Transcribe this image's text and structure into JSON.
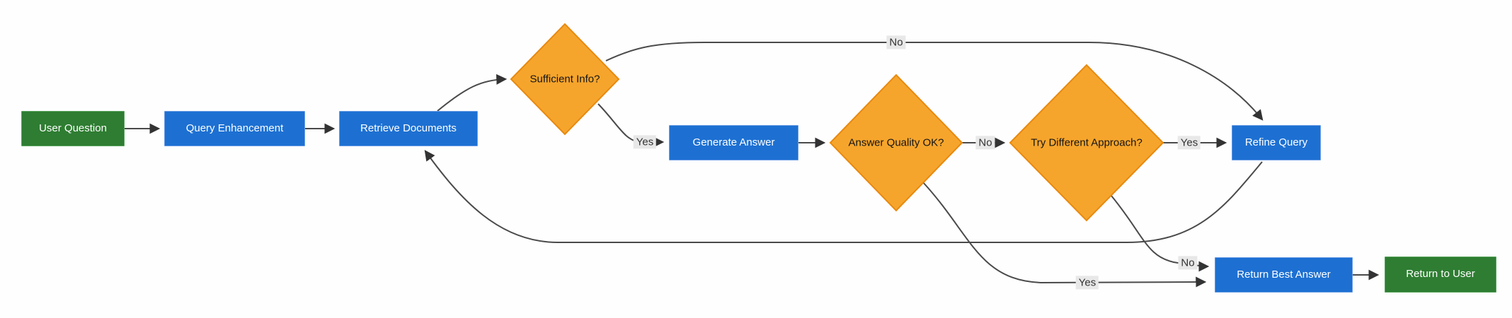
{
  "diagram": {
    "type": "flowchart",
    "direction": "left-to-right",
    "background": "#ffffff",
    "colors": {
      "terminal_fill": "#2e7d32",
      "terminal_stroke": "#5aa55e",
      "process_fill": "#1d70d2",
      "process_stroke": "#6a9de4",
      "decision_fill": "#f6a52c",
      "decision_stroke": "#e8890e",
      "edge_stroke": "#4a4a4a",
      "edge_label_bg": "#e8e8e8",
      "edge_label_text": "#333333",
      "node_text": "#ffffff",
      "decision_text": "#151515"
    },
    "nodes": [
      {
        "id": "user-question",
        "label": "User Question",
        "shape": "rect",
        "role": "terminal"
      },
      {
        "id": "query-enhancement",
        "label": "Query Enhancement",
        "shape": "rect",
        "role": "process"
      },
      {
        "id": "retrieve-documents",
        "label": "Retrieve Documents",
        "shape": "rect",
        "role": "process"
      },
      {
        "id": "sufficient-info",
        "label": "Sufficient Info?",
        "shape": "diamond",
        "role": "decision"
      },
      {
        "id": "generate-answer",
        "label": "Generate Answer",
        "shape": "rect",
        "role": "process"
      },
      {
        "id": "answer-quality",
        "label": "Answer Quality OK?",
        "shape": "diamond",
        "role": "decision"
      },
      {
        "id": "try-different",
        "label": "Try Different Approach?",
        "shape": "diamond",
        "role": "decision"
      },
      {
        "id": "refine-query",
        "label": "Refine Query",
        "shape": "rect",
        "role": "process"
      },
      {
        "id": "return-best-answer",
        "label": "Return Best Answer",
        "shape": "rect",
        "role": "process"
      },
      {
        "id": "return-to-user",
        "label": "Return to User",
        "shape": "rect",
        "role": "terminal"
      }
    ],
    "edges": [
      {
        "from": "user-question",
        "to": "query-enhancement",
        "label": ""
      },
      {
        "from": "query-enhancement",
        "to": "retrieve-documents",
        "label": ""
      },
      {
        "from": "retrieve-documents",
        "to": "sufficient-info",
        "label": ""
      },
      {
        "from": "sufficient-info",
        "to": "generate-answer",
        "label": "Yes"
      },
      {
        "from": "sufficient-info",
        "to": "refine-query",
        "label": "No"
      },
      {
        "from": "generate-answer",
        "to": "answer-quality",
        "label": ""
      },
      {
        "from": "answer-quality",
        "to": "try-different",
        "label": "No"
      },
      {
        "from": "answer-quality",
        "to": "return-best-answer",
        "label": "Yes"
      },
      {
        "from": "try-different",
        "to": "refine-query",
        "label": "Yes"
      },
      {
        "from": "try-different",
        "to": "return-best-answer",
        "label": "No"
      },
      {
        "from": "refine-query",
        "to": "retrieve-documents",
        "label": ""
      },
      {
        "from": "return-best-answer",
        "to": "return-to-user",
        "label": ""
      }
    ]
  }
}
